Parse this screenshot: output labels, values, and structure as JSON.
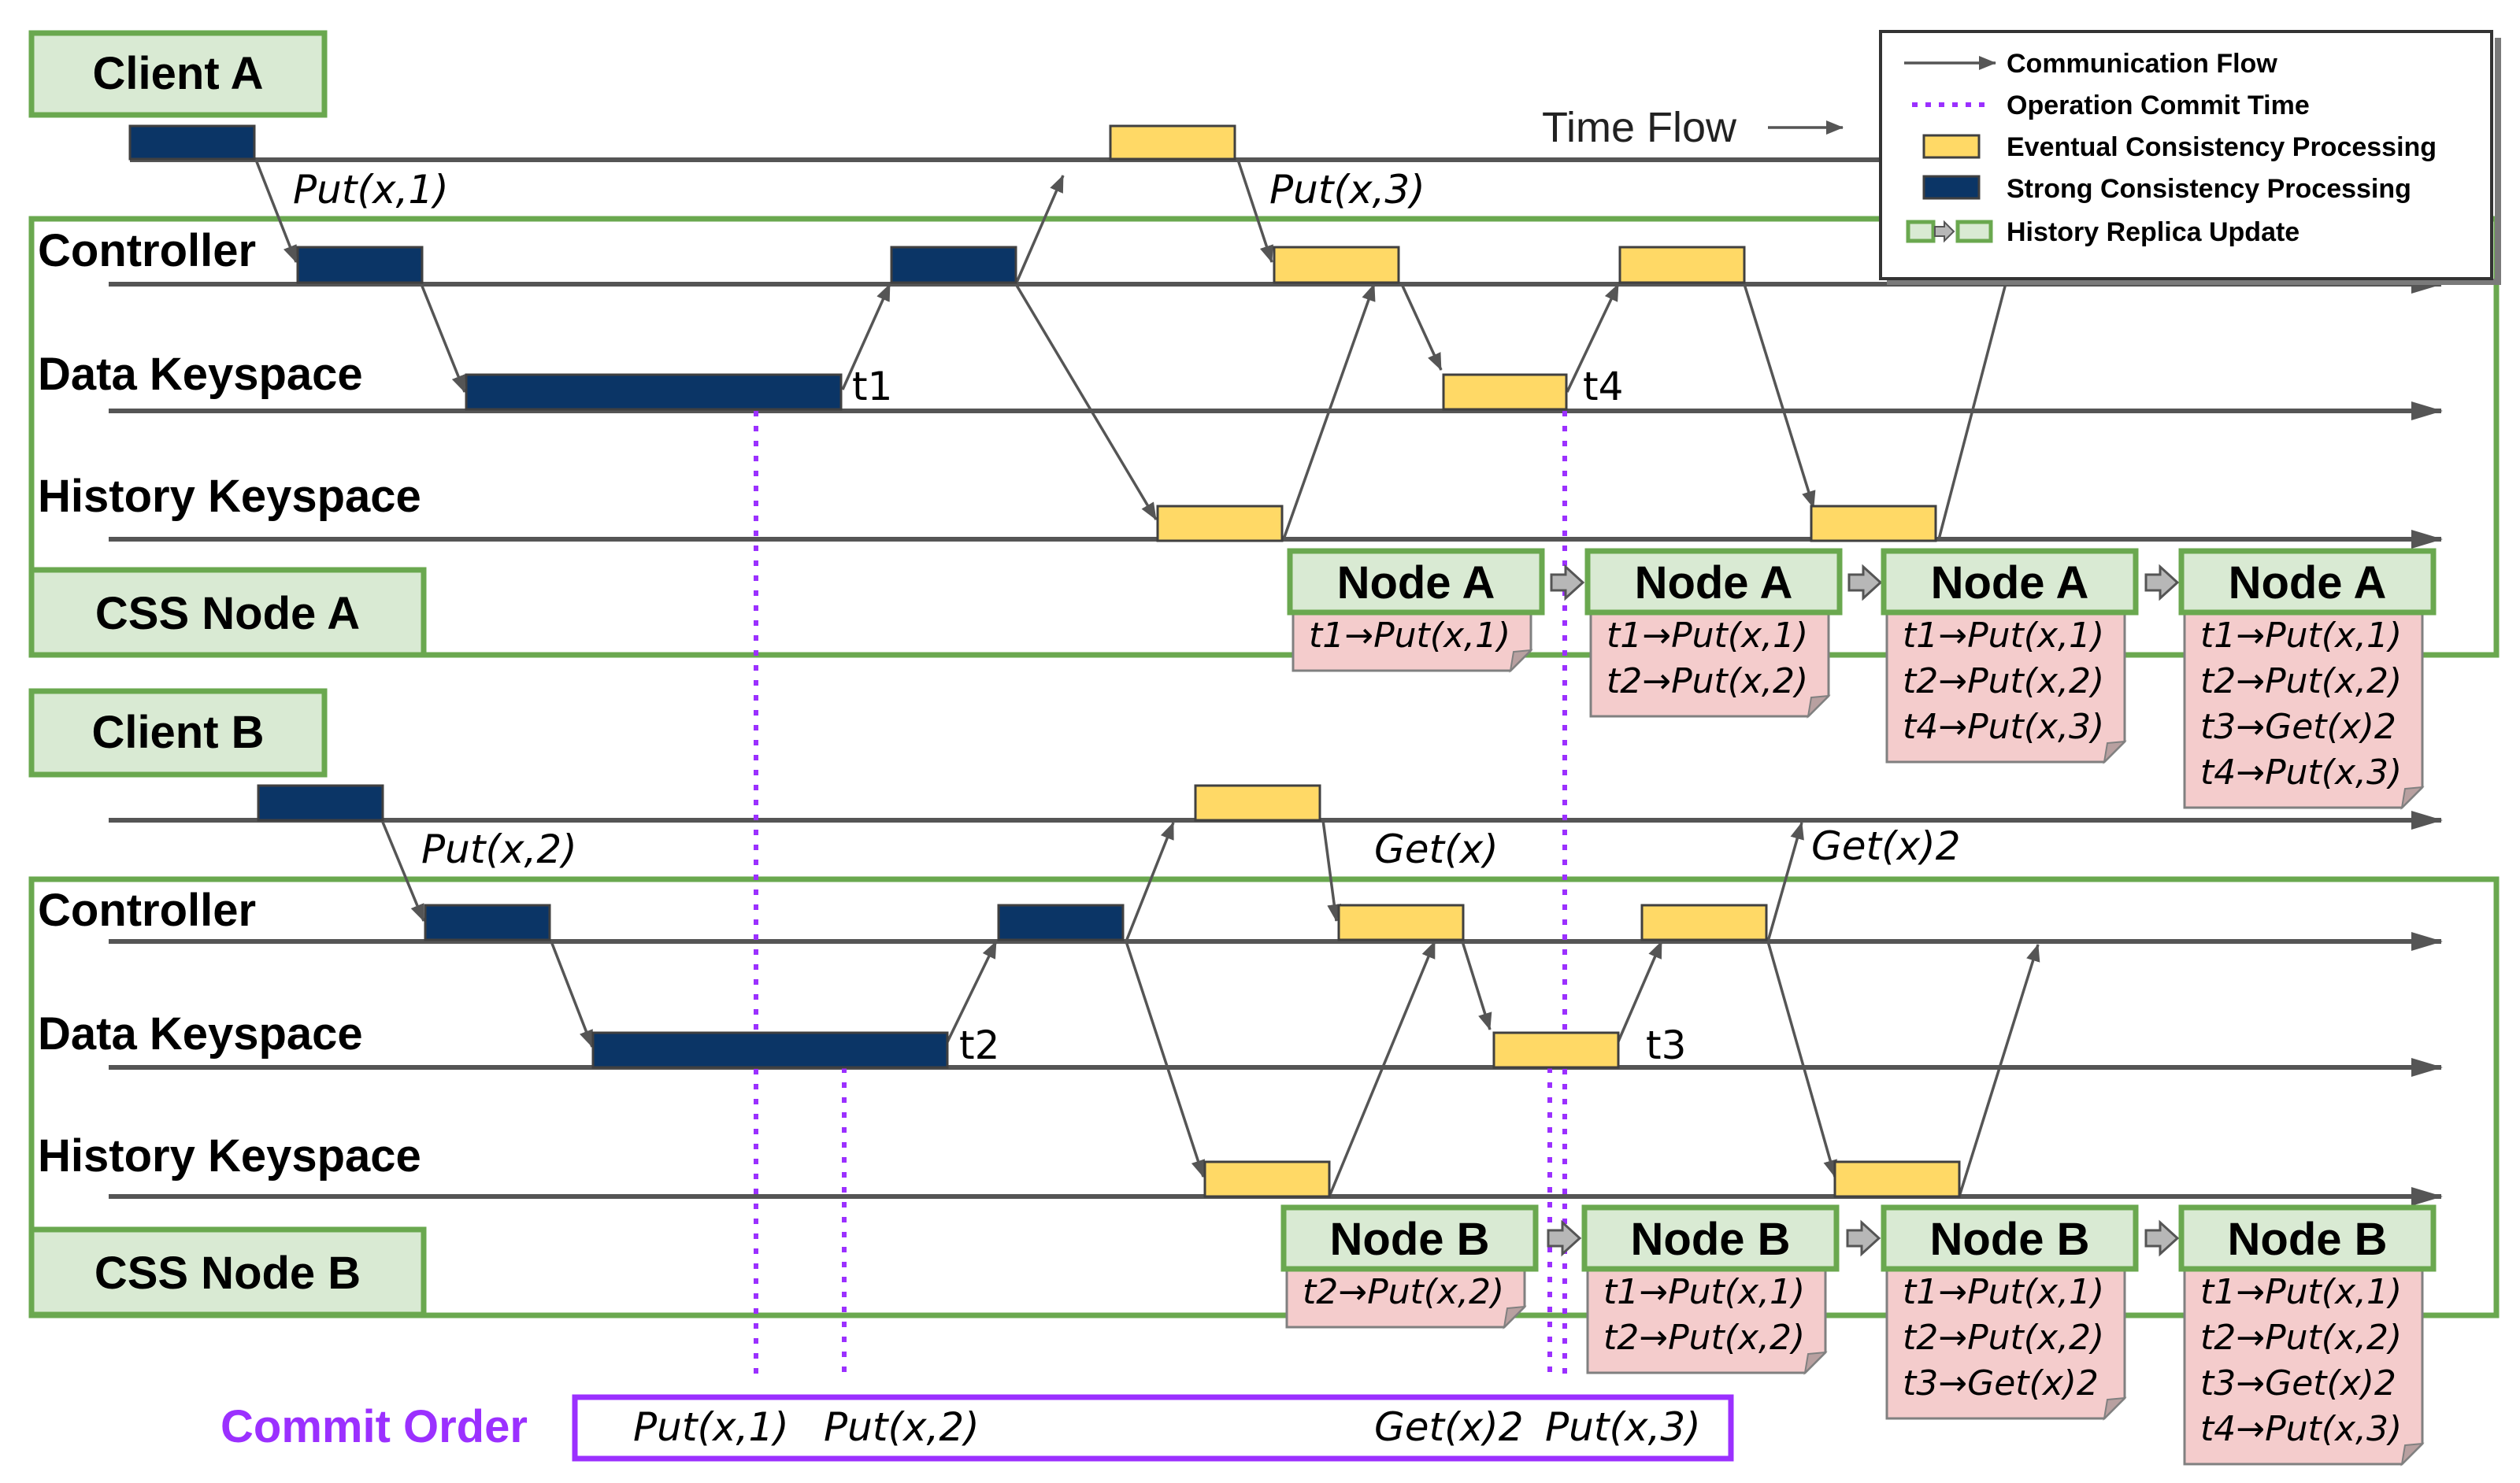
{
  "colors": {
    "green": "#6aa84f",
    "green_fill": "#d9ead3",
    "navy": "#0b3566",
    "yellow": "#ffd966",
    "pink": "#f4cccc",
    "purple": "#9b30ff",
    "gray_line": "#555555"
  },
  "legend": {
    "communication_flow": "Communication Flow",
    "operation_commit_time": "Operation Commit Time",
    "eventual_processing": "Eventual Consistency Processing",
    "strong_processing": "Strong Consistency Processing",
    "history_replica_update": "History Replica Update"
  },
  "time_flow_label": "Time Flow",
  "client_a": {
    "label": "Client A",
    "ops": {
      "put1": "Put(x,1)",
      "put3": "Put(x,3)"
    }
  },
  "node_a": {
    "label": "CSS Node A",
    "rows": {
      "controller": "Controller",
      "data": "Data Keyspace",
      "history": "History Keyspace"
    },
    "ticks": {
      "t1": "t1",
      "t4": "t4"
    },
    "notes": [
      {
        "title": "Node A",
        "lines": [
          "t1→Put(x,1)"
        ]
      },
      {
        "title": "Node A",
        "lines": [
          "t1→Put(x,1)",
          "t2→Put(x,2)"
        ]
      },
      {
        "title": "Node A",
        "lines": [
          "t1→Put(x,1)",
          "t2→Put(x,2)",
          "t4→Put(x,3)"
        ]
      },
      {
        "title": "Node A",
        "lines": [
          "t1→Put(x,1)",
          "t2→Put(x,2)",
          "t3→Get(x)2",
          "t4→Put(x,3)"
        ]
      }
    ]
  },
  "client_b": {
    "label": "Client B",
    "ops": {
      "put2": "Put(x,2)",
      "get": "Get(x)",
      "get2": "Get(x)2"
    }
  },
  "node_b": {
    "label": "CSS Node B",
    "rows": {
      "controller": "Controller",
      "data": "Data Keyspace",
      "history": "History Keyspace"
    },
    "ticks": {
      "t2": "t2",
      "t3": "t3"
    },
    "notes": [
      {
        "title": "Node B",
        "lines": [
          "t2→Put(x,2)"
        ]
      },
      {
        "title": "Node B",
        "lines": [
          "t1→Put(x,1)",
          "t2→Put(x,2)"
        ]
      },
      {
        "title": "Node B",
        "lines": [
          "t1→Put(x,1)",
          "t2→Put(x,2)",
          "t3→Get(x)2"
        ]
      },
      {
        "title": "Node B",
        "lines": [
          "t1→Put(x,1)",
          "t2→Put(x,2)",
          "t3→Get(x)2",
          "t4→Put(x,3)"
        ]
      }
    ]
  },
  "commit_order": {
    "title": "Commit Order",
    "items": [
      "Put(x,1)",
      "Put(x,2)",
      "Get(x)2",
      "Put(x,3)"
    ]
  }
}
